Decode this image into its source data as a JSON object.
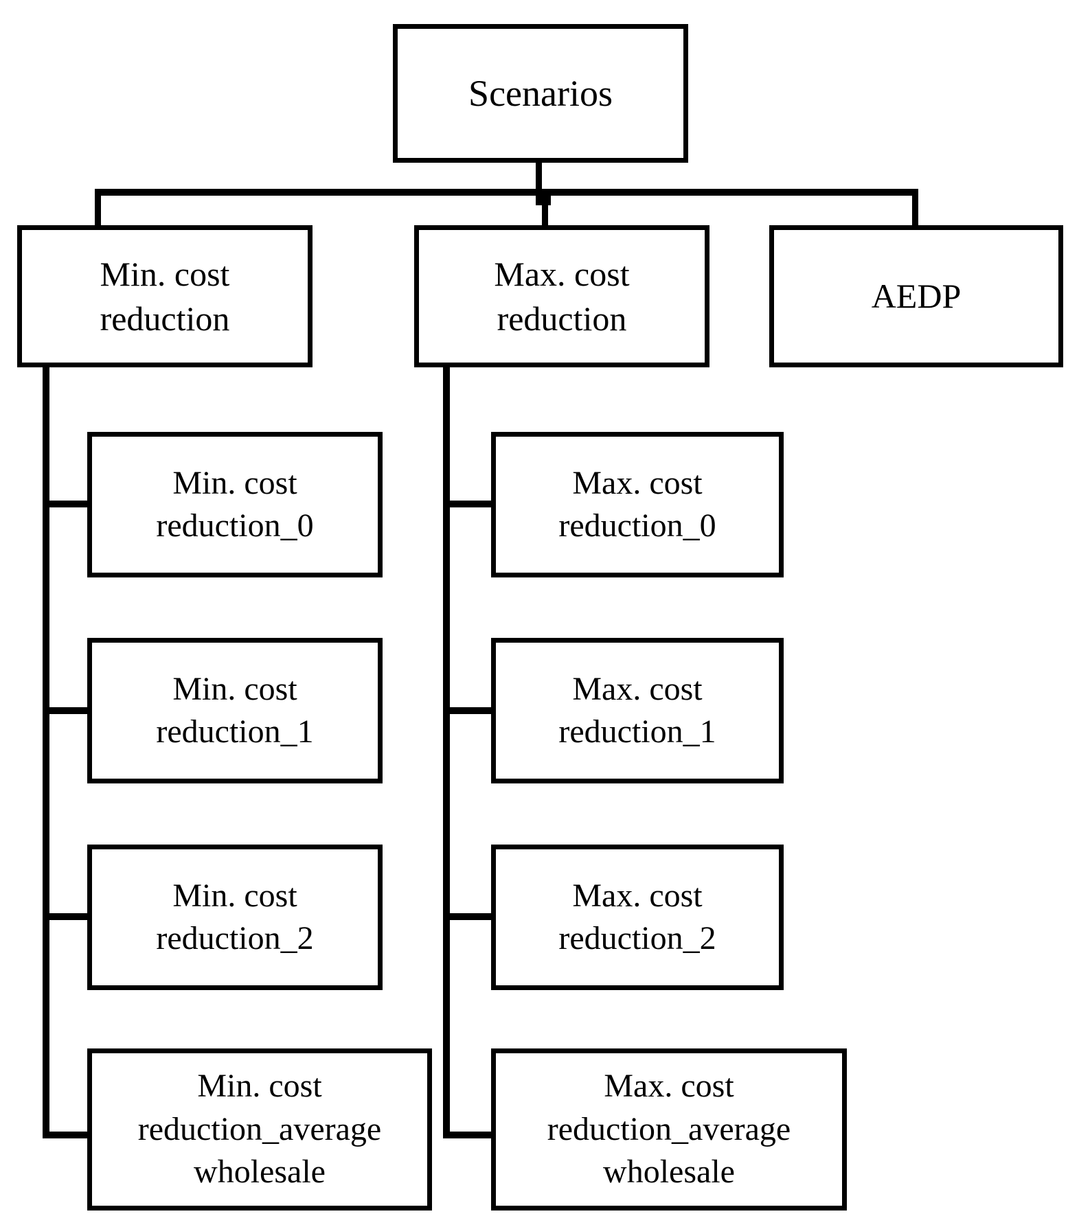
{
  "diagram": {
    "type": "tree",
    "orientation": "top-down",
    "root": {
      "label": "Scenarios"
    },
    "level2": [
      {
        "label": "Min. cost\nreduction"
      },
      {
        "label": "Max. cost\nreduction"
      },
      {
        "label": "AEDP"
      }
    ],
    "branch_min": {
      "parent_label": "Min. cost\nreduction",
      "children": [
        {
          "label": "Min. cost\nreduction_0"
        },
        {
          "label": "Min. cost\nreduction_1"
        },
        {
          "label": "Min. cost\nreduction_2"
        },
        {
          "label": "Min. cost\nreduction_average\nwholesale"
        }
      ]
    },
    "branch_max": {
      "parent_label": "Max. cost\nreduction",
      "children": [
        {
          "label": "Max. cost\nreduction_0"
        },
        {
          "label": "Max. cost\nreduction_1"
        },
        {
          "label": "Max. cost\nreduction_2"
        },
        {
          "label": "Max. cost\nreduction_average\nwholesale"
        }
      ]
    },
    "branch_aedp": {
      "parent_label": "AEDP",
      "children": []
    },
    "colors": {
      "stroke": "#000000",
      "fill": "#ffffff",
      "text": "#000000"
    }
  }
}
